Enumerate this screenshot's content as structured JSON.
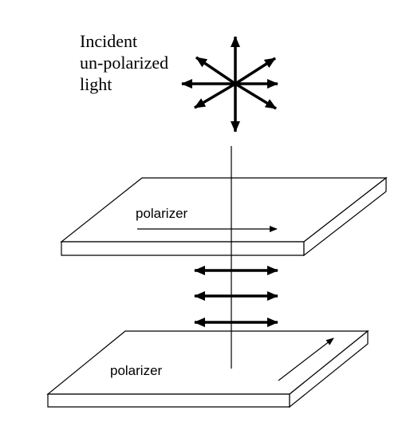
{
  "incident_label": {
    "line1": "Incident",
    "line2": "un-polarized",
    "line3": "light"
  },
  "top_polarizer": {
    "label": "polarizer",
    "transmission_axis": "horizontal"
  },
  "bottom_polarizer": {
    "label": "polarizer",
    "transmission_axis": "diagonal"
  },
  "polarized_light": {
    "arrow_count": 3,
    "orientation": "horizontal"
  },
  "incident_light": {
    "arrow_count": 8,
    "orientation": "all directions"
  },
  "colors": {
    "stroke": "#000000",
    "plate_fill": "#ffffff",
    "background": "#ffffff"
  }
}
